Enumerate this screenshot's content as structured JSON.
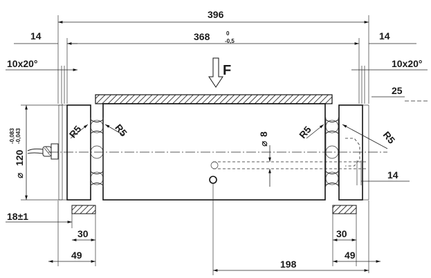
{
  "dimensions": {
    "overall_length": "396",
    "inner_length": "368",
    "inner_tol_upper": "0",
    "inner_tol_lower": "-0,5",
    "end_width_left": "14",
    "end_width_right": "14",
    "chamfer_left": "10x20°",
    "chamfer_right": "10x20°",
    "right_offset": "25",
    "radius_1": "R5",
    "radius_2": "R5",
    "radius_3": "R5",
    "radius_4": "R5",
    "diameter_label": "120",
    "diameter_tol_upper": "-0,083",
    "diameter_tol_lower": "-0,043",
    "hole_diameter": "8",
    "right_hole_offset": "14",
    "left_height": "18±1",
    "support_left": "30",
    "support_right": "30",
    "span_left": "49",
    "span_right": "49",
    "center_distance": "198"
  },
  "load": {
    "label": "F"
  }
}
